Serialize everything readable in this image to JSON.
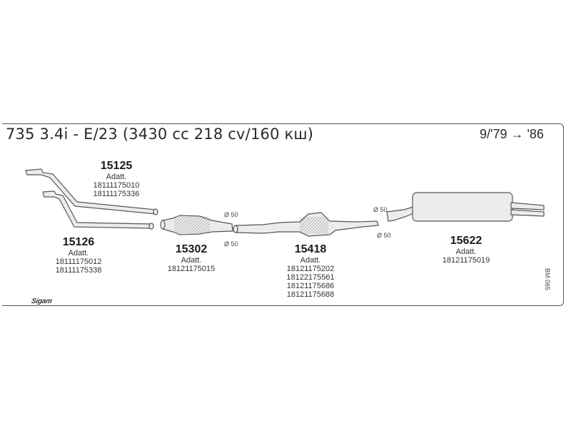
{
  "header": {
    "title": "735 3.4i - E/23 (3430 cc 218 cv/160 кш)",
    "years": "9/'79 → '86"
  },
  "parts": [
    {
      "number": "15125",
      "label": "Adatt.",
      "refs": [
        "18111175010",
        "18111175336"
      ]
    },
    {
      "number": "15126",
      "label": "Adatt.",
      "refs": [
        "18111175012",
        "18111175338"
      ]
    },
    {
      "number": "15302",
      "label": "Adatt.",
      "refs": [
        "18121175015"
      ]
    },
    {
      "number": "15418",
      "label": "Adatt.",
      "refs": [
        "18121175202",
        "18122175561",
        "18121175686",
        "18121175688"
      ]
    },
    {
      "number": "15622",
      "label": "Adatt.",
      "refs": [
        "18121175019"
      ]
    }
  ],
  "diameters": [
    "Ø 50",
    "Ø 50",
    "Ø 50",
    "Ø 50"
  ],
  "catalog_code": "BM 065",
  "brand": "Sigam",
  "colors": {
    "outline": "#555555",
    "pipe_fill": "#ececec",
    "hatch": "#888888"
  }
}
